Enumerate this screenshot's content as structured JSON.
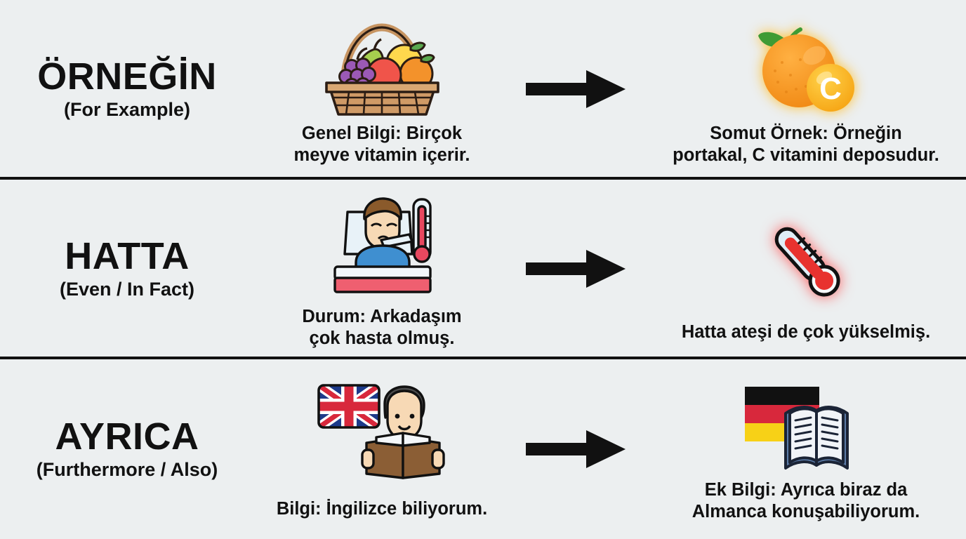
{
  "background_color": "#eceff0",
  "text_color": "#111111",
  "rows": [
    {
      "id": "ornegin",
      "title": "ÖRNEĞİN",
      "subtitle": "(For Example)",
      "left": {
        "icon": "fruit-basket-icon",
        "caption": "Genel Bilgi: Birçok\nmeyve vitamin içerir."
      },
      "arrow": "arrow-right-icon",
      "right": {
        "icon": "orange-vitamin-c-icon",
        "caption": "Somut Örnek: Örneğin\nportakal, C vitamini deposudur.",
        "badge_letter": "C"
      }
    },
    {
      "id": "hatta",
      "title": "HATTA",
      "subtitle": "(Even / In Fact)",
      "left": {
        "icon": "sick-person-in-bed-icon",
        "caption": "Durum: Arkadaşım\nçok hasta olmuş."
      },
      "arrow": "arrow-right-icon",
      "right": {
        "icon": "hot-thermometer-icon",
        "caption": "Hatta ateşi de çok yükselmiş."
      }
    },
    {
      "id": "ayrica",
      "title": "AYRICA",
      "subtitle": "(Furthermore / Also)",
      "left": {
        "icon": "uk-flag-person-reading-icon",
        "caption": "Bilgi: İngilizce biliyorum."
      },
      "arrow": "arrow-right-icon",
      "right": {
        "icon": "german-flag-open-book-icon",
        "caption": "Ek Bilgi: Ayrıca biraz da\nAlmanca konuşabiliyorum."
      }
    }
  ]
}
